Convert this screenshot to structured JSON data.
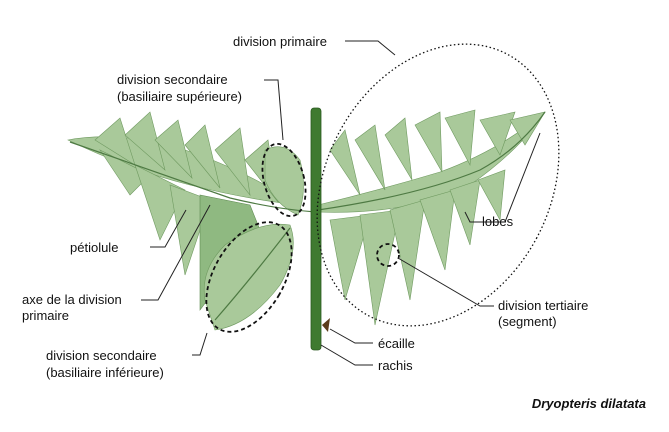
{
  "labels": {
    "division_primaire": "division primaire",
    "division_secondaire_sup_line1": "division secondaire",
    "division_secondaire_sup_line2": "(basiliaire supérieure)",
    "petiolule": "pétiolule",
    "axe_line1": "axe de la division",
    "axe_line2": "primaire",
    "division_secondaire_inf_line1": "division secondaire",
    "division_secondaire_inf_line2": "(basiliaire inférieure)",
    "lobes": "lobes",
    "division_tertiaire_line1": "division tertiaire",
    "division_tertiaire_line2": "(segment)",
    "ecaille": "écaille",
    "rachis": "rachis",
    "species": "Dryopteris dilatata"
  },
  "colors": {
    "leaf_light": "#a9c99a",
    "leaf_dark": "#8fb981",
    "axis": "#3d6b35",
    "rachis": "#3f7a30"
  }
}
